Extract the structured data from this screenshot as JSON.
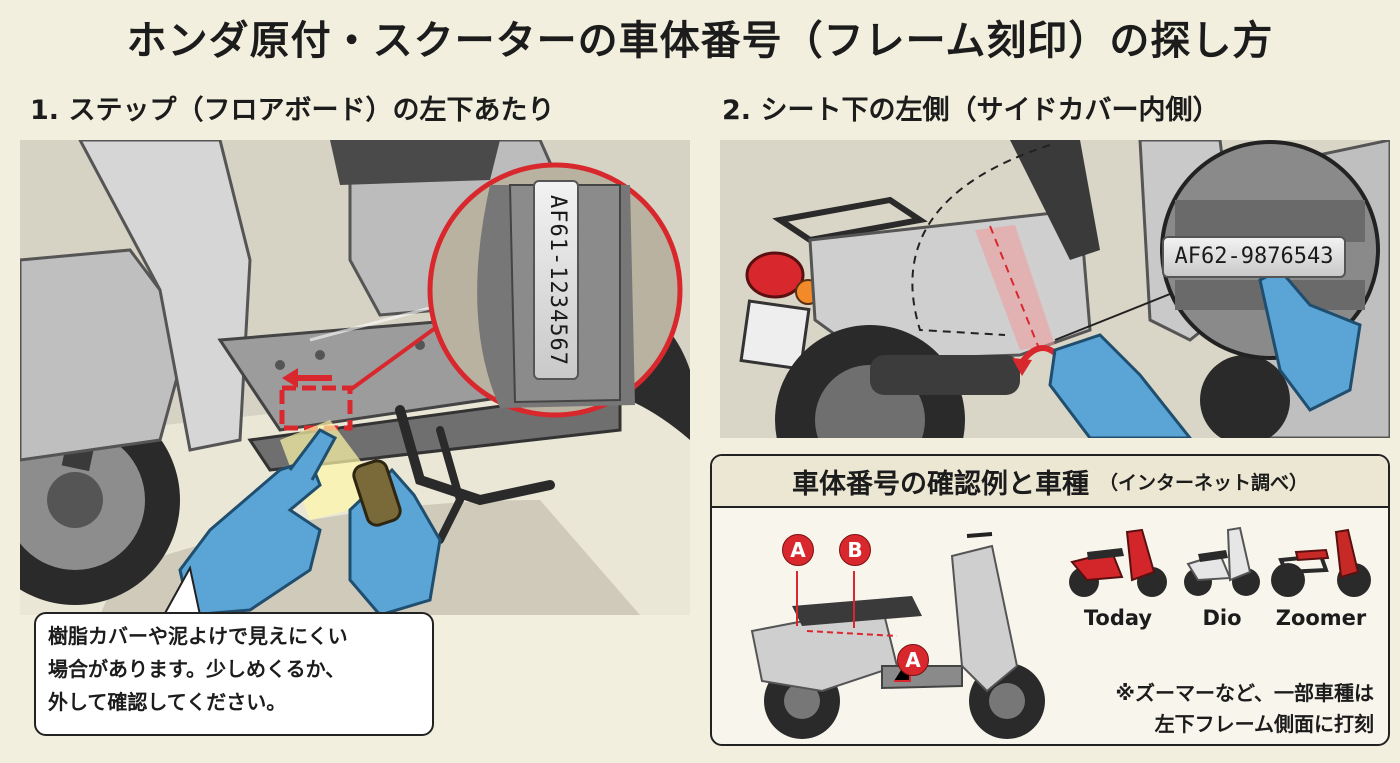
{
  "page": {
    "title": "ホンダ原付・スクーターの車体番号（フレーム刻印）の探し方"
  },
  "section1": {
    "heading": "1. ステップ（フロアボード）の左下あたり",
    "frame_number": "AF61-1234567",
    "callout_lines": [
      "樹脂カバーや泥よけで見えにくい",
      "場合があります。少しめくるか、",
      "外して確認してください。"
    ]
  },
  "section2": {
    "heading": "2. シート下の左側（サイドカバー内側）",
    "frame_number": "AF62-9876543"
  },
  "info_box": {
    "title": "車体番号の確認例と車種",
    "note": "（インターネット調べ）",
    "markers": [
      "A",
      "B",
      "A"
    ],
    "models": [
      {
        "name": "Today",
        "color": "#d3262b"
      },
      {
        "name": "Dio",
        "color": "#e6e6e6"
      },
      {
        "name": "Zoomer",
        "color": "#c72a26"
      }
    ],
    "footnote_lines": [
      "※ズーマーなど、一部車種は",
      "左下フレーム側面に打刻"
    ]
  },
  "colors": {
    "background": "#f2efde",
    "highlight_red": "#d8282e",
    "glove_blue": "#5aa5d6",
    "frame_gray": "#6f6f6f"
  }
}
